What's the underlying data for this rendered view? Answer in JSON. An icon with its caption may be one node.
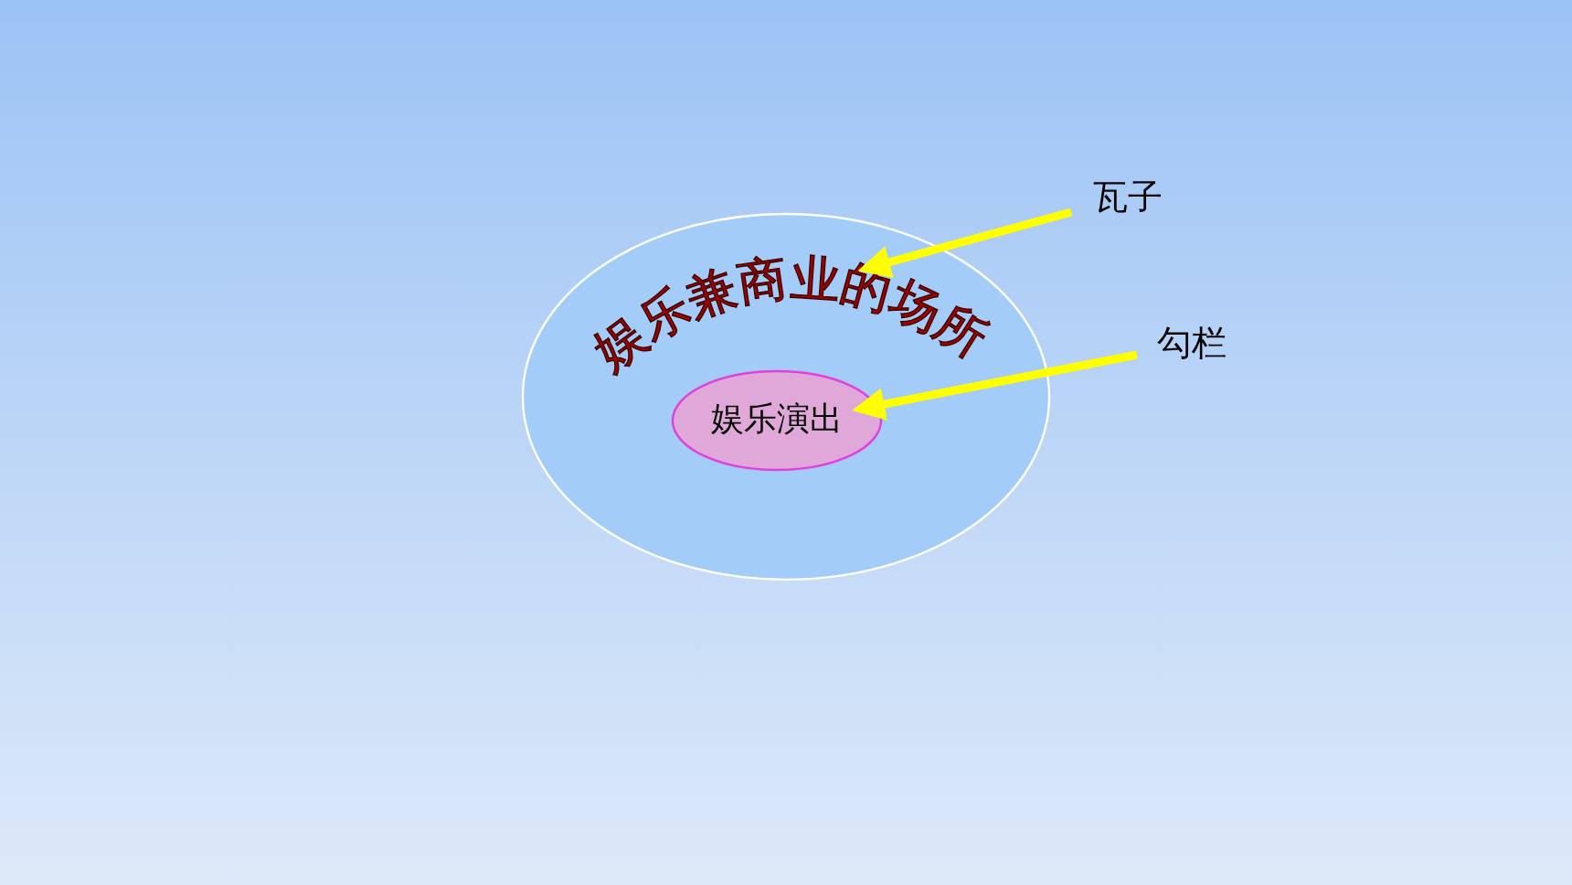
{
  "diagram": {
    "nodes": [
      {
        "text": [
          "娱乐兼商业的场所"
        ]
      },
      {
        "text": [
          "娱乐演出"
        ],
        "in": 0
      },
      {
        "text": [
          "瓦子"
        ]
      },
      {
        "text": [
          "勾栏"
        ]
      }
    ],
    "edges": [
      {
        "from": 2,
        "to": 0,
        "arrow": "to"
      },
      {
        "from": 3,
        "to": 1,
        "arrow": "to"
      }
    ]
  }
}
